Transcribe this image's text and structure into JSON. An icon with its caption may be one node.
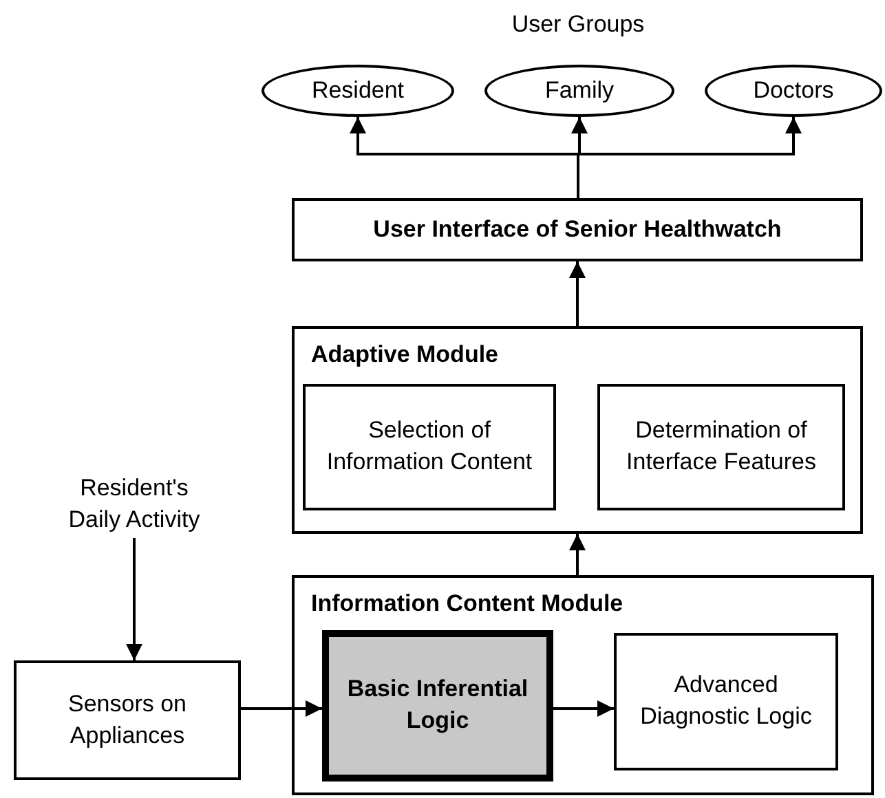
{
  "diagram": {
    "nodes": [
      {
        "text": [
          "Resident"
        ]
      },
      {
        "text": [
          "Family"
        ]
      },
      {
        "text": [
          "Doctors"
        ]
      },
      {
        "text": [
          "User Interface of Senior Healthwatch"
        ]
      },
      {
        "text": [
          "Adaptive Module"
        ]
      },
      {
        "text": [
          "Selection of Information Content"
        ],
        "in": 4
      },
      {
        "text": [
          "Determination of Interface Features"
        ],
        "in": 4
      },
      {
        "text": [
          "Resident's Daily Activity"
        ]
      },
      {
        "text": [
          "Information Content Module"
        ]
      },
      {
        "text": [
          "Sensors on Appliances"
        ]
      },
      {
        "text": [
          "Basic Inferential Logic"
        ],
        "in": 8
      },
      {
        "text": [
          "Advanced Diagnostic Logic"
        ],
        "in": 8
      }
    ],
    "edges": [
      {
        "from": 3,
        "to": 0,
        "arrow": "to"
      },
      {
        "from": 3,
        "to": 1,
        "arrow": "to"
      },
      {
        "from": 3,
        "to": 2,
        "arrow": "to"
      },
      {
        "from": 4,
        "to": 3,
        "arrow": "to"
      },
      {
        "from": 8,
        "to": 4,
        "arrow": "to"
      },
      {
        "from": 7,
        "to": 9,
        "arrow": "to"
      },
      {
        "from": 9,
        "to": 10,
        "arrow": "to"
      },
      {
        "from": 10,
        "to": 11,
        "arrow": "to"
      }
    ],
    "labels": [
      "User Groups"
    ]
  }
}
